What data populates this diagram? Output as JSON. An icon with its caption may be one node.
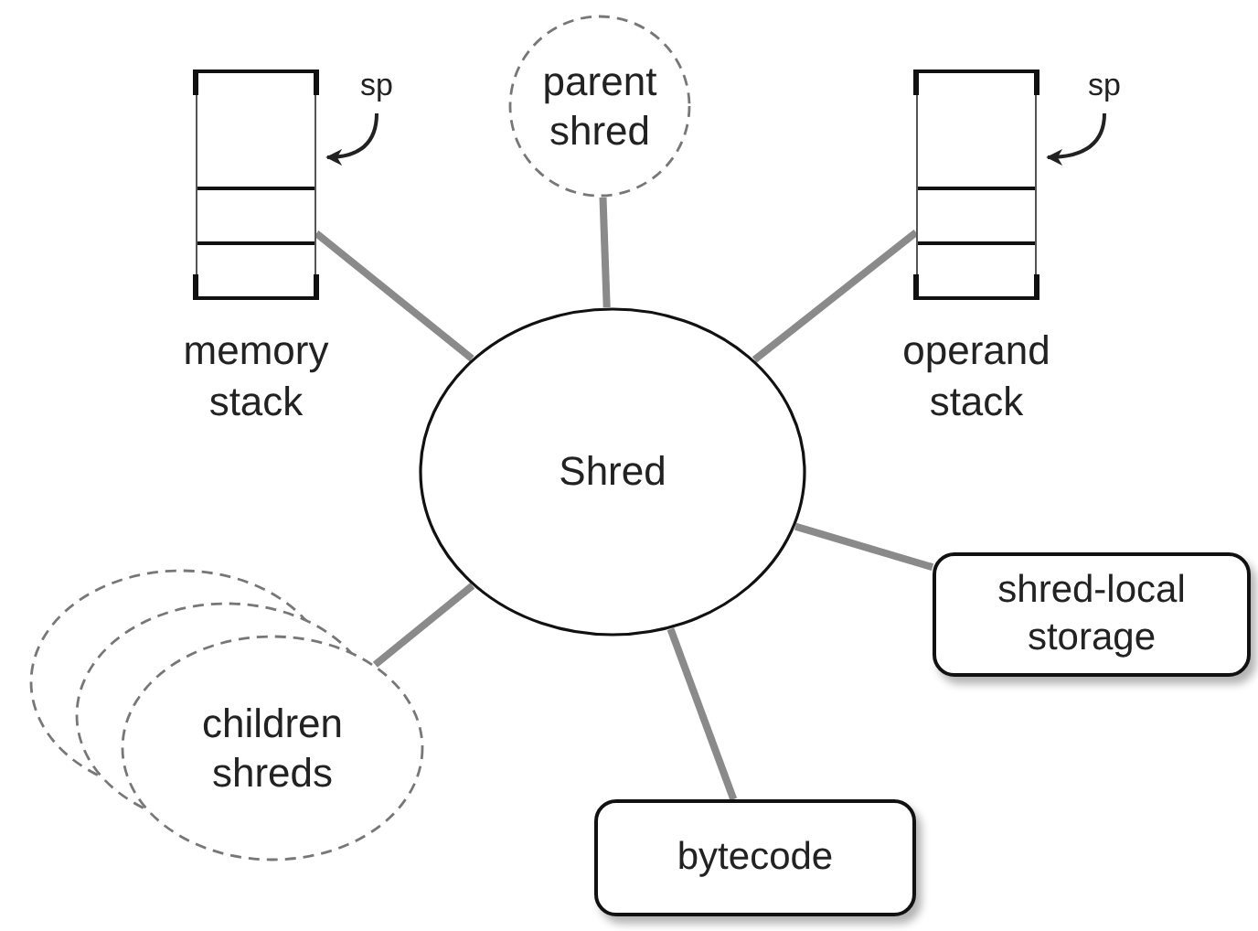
{
  "diagram": {
    "nodes": [
      {
        "text": [
          "Shred"
        ]
      },
      {
        "text": [
          "parent shred"
        ]
      },
      {
        "text": [
          "memory stack"
        ]
      },
      {
        "text": [
          "operand stack"
        ]
      },
      {
        "text": [
          "shred-local storage"
        ]
      },
      {
        "text": [
          "bytecode"
        ]
      },
      {
        "text": [
          "children shreds"
        ]
      },
      {
        "text": [
          "sp"
        ]
      },
      {
        "text": [
          "sp"
        ]
      }
    ],
    "edges": [
      {
        "from": 0,
        "to": 1,
        "arrow": "none"
      },
      {
        "from": 0,
        "to": 2,
        "arrow": "none"
      },
      {
        "from": 0,
        "to": 3,
        "arrow": "none"
      },
      {
        "from": 0,
        "to": 4,
        "arrow": "none"
      },
      {
        "from": 0,
        "to": 5,
        "arrow": "none"
      },
      {
        "from": 0,
        "to": 6,
        "arrow": "none"
      },
      {
        "from": 7,
        "to": 2,
        "arrow": "to",
        "color": "#222222"
      },
      {
        "from": 8,
        "to": 3,
        "arrow": "to",
        "color": "#222222"
      }
    ]
  }
}
